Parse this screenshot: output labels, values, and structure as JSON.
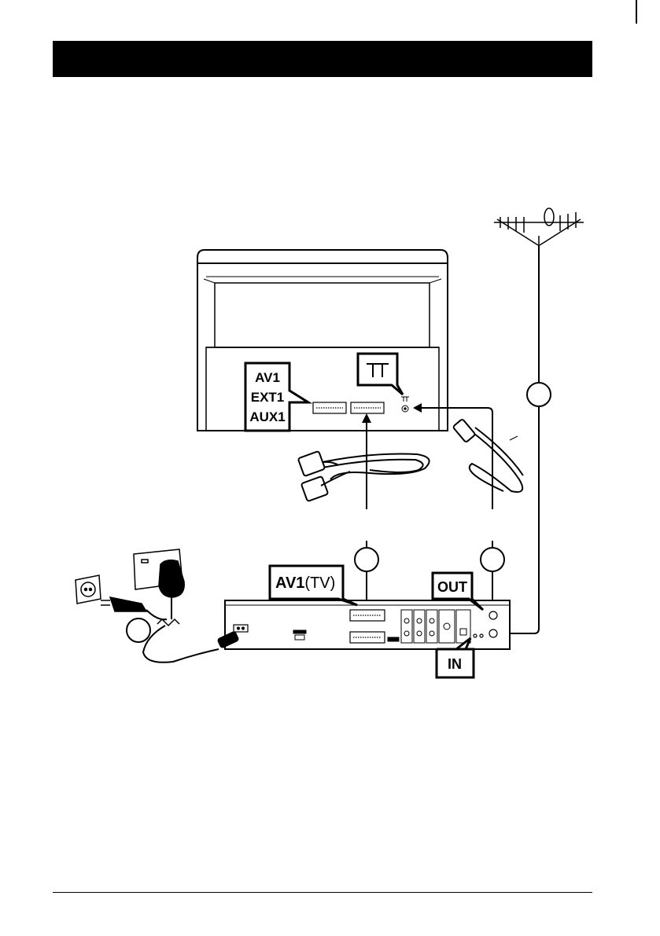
{
  "tv_labels": [
    "AV1",
    "EXT1",
    "AUX1"
  ],
  "recorder_scart_label": {
    "bold": "AV1",
    "normal": "(TV)"
  },
  "aerial_out_label": "OUT",
  "aerial_in_label": "IN",
  "colors": {
    "ink": "#000000",
    "paper": "#ffffff"
  }
}
